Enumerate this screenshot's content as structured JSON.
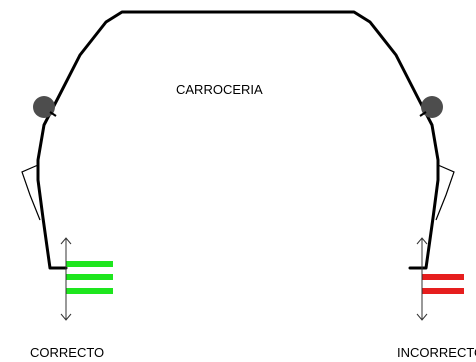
{
  "labels": {
    "body": "CARROCERIA",
    "correct": "CORRECTO",
    "incorrect": "INCORRECTO"
  },
  "colors": {
    "outline": "#000000",
    "mirror": "#4d4d4d",
    "correct": "#1ee61e",
    "incorrect": "#e61e1e",
    "arrow": "#333333"
  },
  "icons": {
    "mirror": "side-mirror-icon",
    "arrow": "double-arrow-icon"
  },
  "plates": {
    "correct_bars": 3,
    "incorrect_bars": 2
  }
}
